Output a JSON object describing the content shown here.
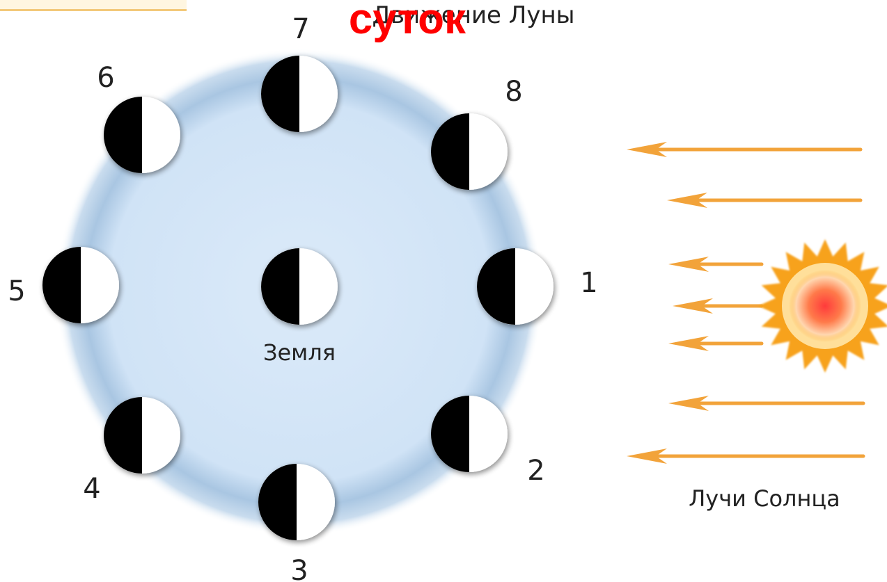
{
  "diagram": {
    "title": "Движение Луны",
    "overlay_text": "суток",
    "earth_label": "Земля",
    "sun_rays_label": "Лучи Солнца",
    "positions": [
      {
        "number": "1",
        "lit_side": "right"
      },
      {
        "number": "2",
        "lit_side": "right"
      },
      {
        "number": "3",
        "lit_side": "right"
      },
      {
        "number": "4",
        "lit_side": "right"
      },
      {
        "number": "5",
        "lit_side": "right"
      },
      {
        "number": "6",
        "lit_side": "right"
      },
      {
        "number": "7",
        "lit_side": "right"
      },
      {
        "number": "8",
        "lit_side": "right"
      }
    ],
    "earth_lit_side": "right",
    "ray_count": 7,
    "colors": {
      "orbit_fill": "#d4e6f7",
      "orbit_edge": "#8fb0cf",
      "ray": "#f2a33a",
      "sun_outer": "#f7a21b",
      "sun_core": "#ff4a3a",
      "overlay_text": "#ff0000",
      "moon_dark": "#000000",
      "moon_light": "#ffffff"
    }
  }
}
